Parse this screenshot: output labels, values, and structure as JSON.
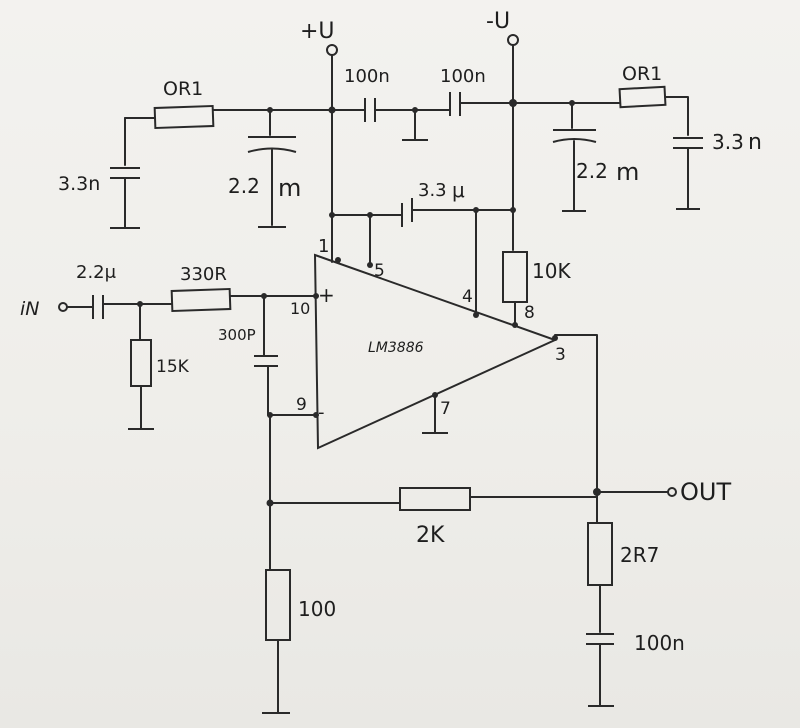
{
  "supply": {
    "positive": "+U",
    "negative": "-U"
  },
  "chip": {
    "name": "LM3886"
  },
  "pins": {
    "p1": "1",
    "p5": "5",
    "p4": "4",
    "p8": "8",
    "p10": "10",
    "p9": "9",
    "p7": "7",
    "p3": "3",
    "plus": "+",
    "minus": "-"
  },
  "components": {
    "r_left_top": "OR1",
    "c_left_small": "3.3n",
    "c_left_elec": "2.2",
    "c_left_elec_unit": "m",
    "c_mid_left": "100n",
    "c_mid_right": "100n",
    "r_right_top": "OR1",
    "c_right_elec": "2.2",
    "c_right_elec_unit": "m",
    "c_right_small": "3.3",
    "c_right_small_unit": "n",
    "c_pin5_4": "3.3",
    "c_pin5_4_unit": "μ",
    "c_input": "2.2μ",
    "r_input": "330R",
    "r_pulldown": "15K",
    "c_300p": "300P",
    "r_10k": "10K",
    "r_feedback": "2K",
    "r_gnd": "100",
    "r_zobel": "2R7",
    "c_zobel": "100n"
  },
  "io": {
    "input": "iN",
    "output": "OUT"
  }
}
